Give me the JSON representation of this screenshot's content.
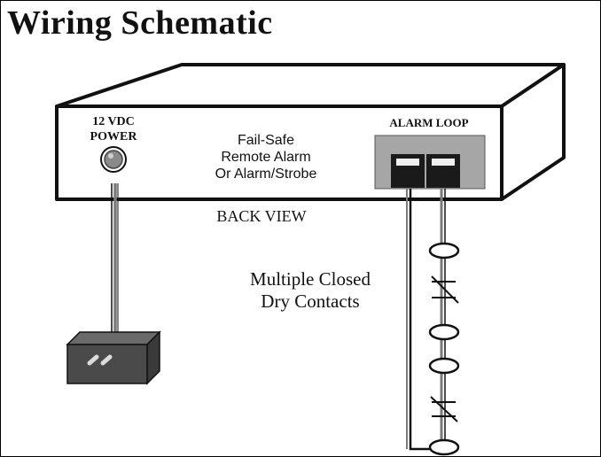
{
  "title": "Wiring Schematic",
  "power": {
    "line1": "12 VDC",
    "line2": "POWER"
  },
  "alarm_text": [
    "Fail-Safe",
    "Remote Alarm",
    "Or Alarm/Strobe"
  ],
  "alarm_loop_label": "ALARM LOOP",
  "view_label": "BACK VIEW",
  "contacts_label": [
    "Multiple Closed",
    "Dry Contacts"
  ],
  "colors": {
    "ink": "#111111",
    "device_face": "#ffffff",
    "terminal_block": "#a6a6a6",
    "adapter": "#4a4a4a",
    "wire": "#7a7a7a"
  },
  "icons": [
    "power-jack-icon",
    "terminal-screw-icon",
    "power-adapter-icon",
    "contact-switch-icon"
  ]
}
